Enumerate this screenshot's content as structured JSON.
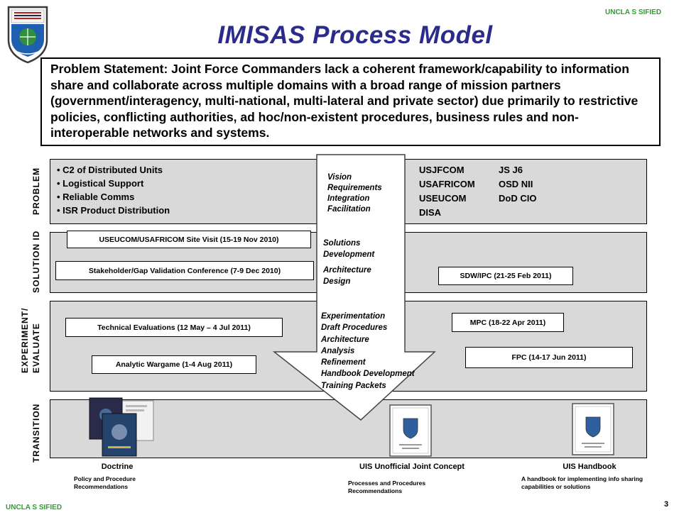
{
  "classification_top": "UNCLA S SIFIED",
  "classification_bottom": "UNCLA S SIFIED",
  "page_number": "3",
  "title": "IMISAS Process Model",
  "problem_statement": "Problem Statement: Joint Force Commanders lack a coherent framework/capability to information share and collaborate across multiple domains with a broad range of mission partners (government/interagency, multi-national, multi-lateral and private sector) due primarily to restrictive policies, conflicting authorities, ad hoc/non-existent procedures, business rules and non-interoperable networks and systems.",
  "phases": {
    "problem": "PROBLEM",
    "solution_id": "SOLUTION ID",
    "experiment_1": "EXPERIMENT/",
    "experiment_2": "EVALUATE",
    "transition": "TRANSITION"
  },
  "problem_bullets": [
    "• C2 of Distributed Units",
    "• Logistical Support",
    "• Reliable Comms",
    "• ISR Product Distribution"
  ],
  "orgs": [
    "USJFCOM",
    "JS J6",
    "USAFRICOM",
    "OSD NII",
    "USEUCOM",
    "DoD CIO",
    "DISA",
    ""
  ],
  "arrow_text": {
    "problem": [
      "Vision",
      "Requirements",
      "Integration",
      "Facilitation"
    ],
    "solution": [
      "Solutions",
      "Development",
      "Architecture",
      "Design"
    ],
    "experiment": [
      "Experimentation",
      "Draft Procedures",
      "Architecture",
      "Analysis",
      "Refinement",
      "Handbook Development",
      "Training Packets"
    ]
  },
  "events": {
    "site_visit": "USEUCOM/USAFRICOM Site Visit (15-19 Nov 2010)",
    "stakeholder": "Stakeholder/Gap Validation Conference (7-9 Dec 2010)",
    "sdw": "SDW/IPC (21-25 Feb 2011)",
    "tech_eval": "Technical Evaluations (12 May – 4 Jul 2011)",
    "mpc": "MPC (18-22 Apr 2011)",
    "fpc": "FPC (14-17 Jun 2011)",
    "wargame": "Analytic Wargame (1-4 Aug 2011)"
  },
  "outputs": {
    "doctrine_title": "Doctrine",
    "doctrine_sub": "Policy and Procedure Recommendations",
    "concept_title": "UIS Unofficial Joint Concept",
    "concept_sub": "Processes and Procedures Recommendations",
    "handbook_title": "UIS Handbook",
    "handbook_sub": "A handbook for implementing info sharing capabilities or solutions"
  }
}
